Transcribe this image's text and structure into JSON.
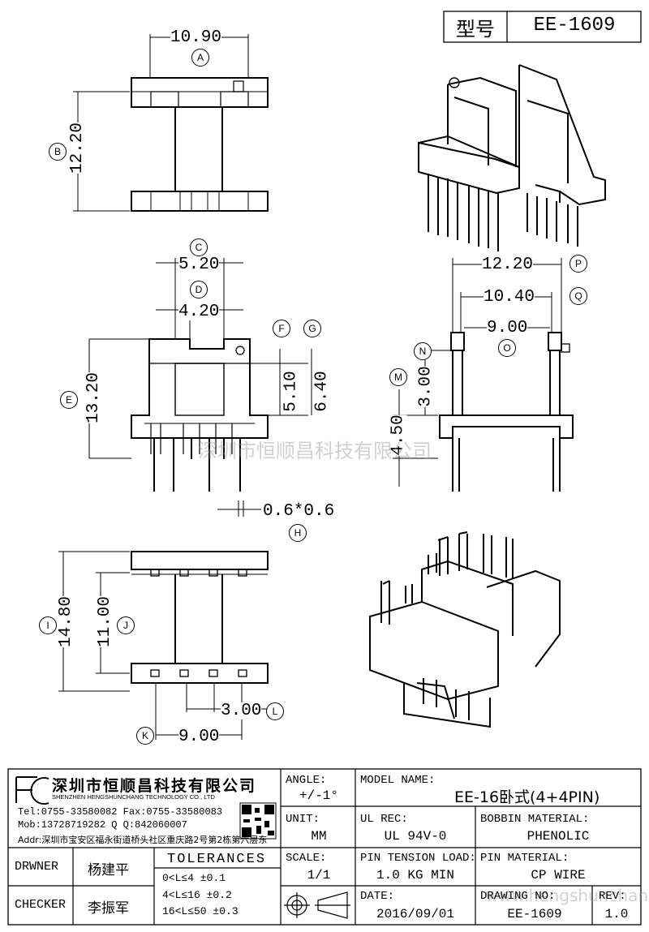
{
  "header": {
    "type_label": "型号",
    "model": "EE-1609"
  },
  "dimensions": {
    "top_width": "10.90",
    "top_height": "12.20",
    "front_c": "5.20",
    "front_d": "4.20",
    "front_e": "13.20",
    "front_f": "5.10",
    "front_g": "6.40",
    "pin_size": "0.6*0.6",
    "side_p": "12.20",
    "side_q": "10.40",
    "side_o": "9.00",
    "side_n": "3.00",
    "side_m": "4.50",
    "bottom_i": "14.80",
    "bottom_j": "11.00",
    "bottom_l": "3.00",
    "bottom_k": "9.00"
  },
  "markers": {
    "a": "A",
    "b": "B",
    "c": "C",
    "d": "D",
    "e": "E",
    "f": "F",
    "g": "G",
    "h": "H",
    "i": "I",
    "j": "J",
    "k": "K",
    "l": "L",
    "m": "M",
    "n": "N",
    "o": "O",
    "p": "P",
    "q": "Q"
  },
  "company": {
    "name_cn": "深圳市恒顺昌科技有限公司",
    "name_en": "SHENZHEN HENGSHUNCHANG TECHNOLOGY CO., LTD",
    "tel": "Tel:0755-33580082 Fax:0755-33580083",
    "mob": "Mob:13728719282     Q  Q:842060007",
    "addr": "Addr:深圳市宝安区福永街道桥头社区重庆路2号第2栋第六层东"
  },
  "title_block": {
    "angle_label": "ANGLE:",
    "angle_value": "+/-1°",
    "model_name_label": "MODEL NAME:",
    "model_name_value": "EE-16卧式(4+4PIN)",
    "unit_label": "UNIT:",
    "unit_value": "MM",
    "ul_label": "UL REC:",
    "ul_value": "UL 94V-0",
    "bobbin_label": "BOBBIN MATERIAL:",
    "bobbin_value": "PHENOLIC",
    "drawer_label": "DRWNER",
    "drawer_value": "杨建平",
    "tolerances_label": "TOLERANCES",
    "tol_1": "0<L≤4    ±0.1",
    "tol_2": "4<L≤16   ±0.2",
    "tol_3": "16<L≤50  ±0.3",
    "checker_label": "CHECKER",
    "checker_value": "李振军",
    "scale_label": "SCALE:",
    "scale_value": "1/1",
    "pin_tension_label": "PIN TENSION LOAD:",
    "pin_tension_value": "1.0 KG MIN",
    "pin_material_label": "PIN MATERIAL:",
    "pin_material_value": "CP WIRE",
    "date_label": "DATE:",
    "date_value": "2016/09/01",
    "drawing_no_label": "DRAWING NO:",
    "drawing_no_value": "EE-1609",
    "rev_label": "REV:",
    "rev_value": "1.0"
  },
  "watermarks": {
    "center": "深圳市恒顺昌科技有限公司",
    "footer": "www.hengshunchang.com"
  }
}
